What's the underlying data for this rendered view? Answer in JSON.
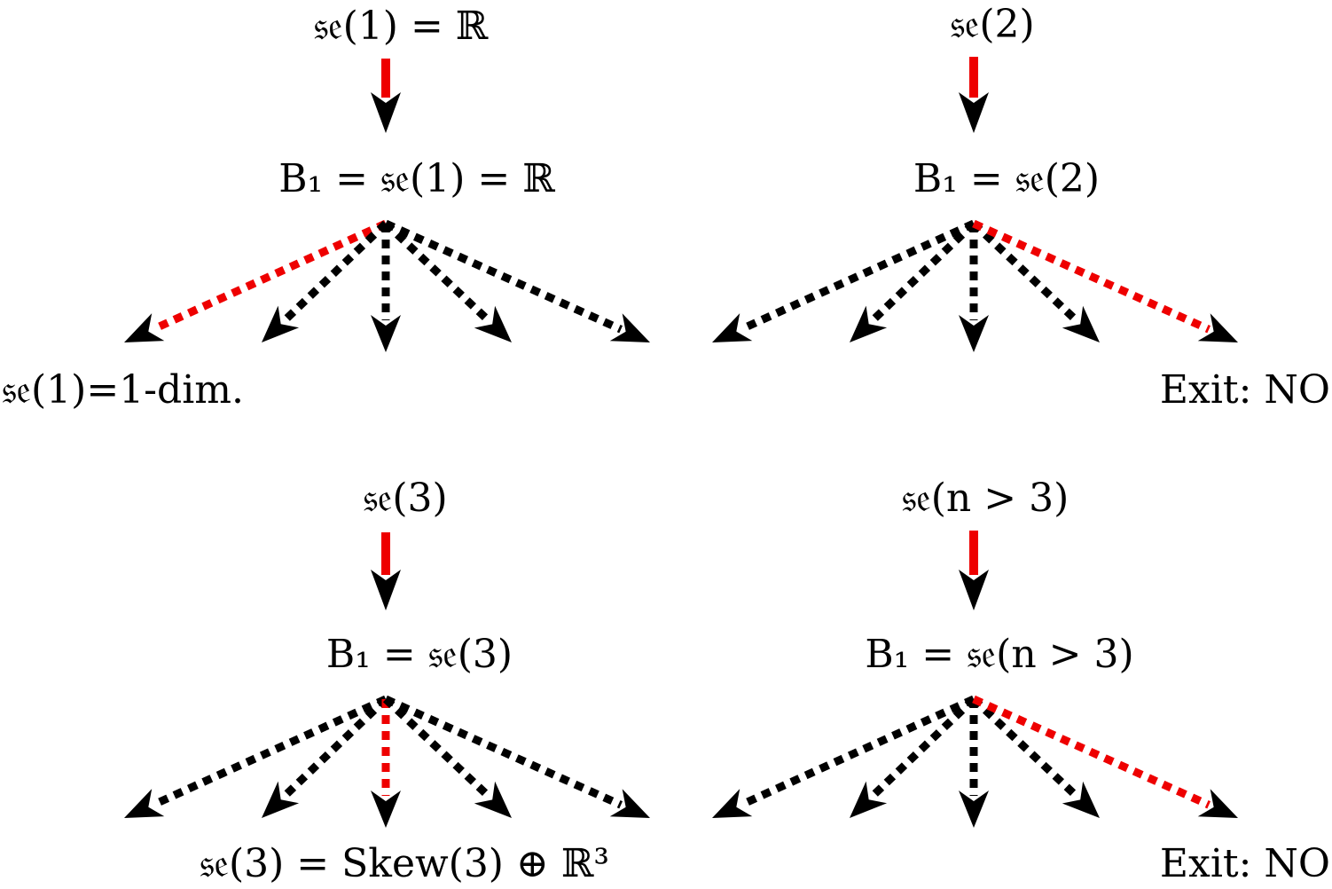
{
  "colors": {
    "highlight": "#ee0000",
    "default": "#000000"
  },
  "panels": [
    {
      "top_label": "𝔰𝔢(1) = ℝ",
      "b1_label": "B₁ = 𝔰𝔢(1) = ℝ",
      "highlight_branch": 0,
      "result_label": "𝔰𝔢(1)=1-dim.",
      "result_branch": "left"
    },
    {
      "top_label": "𝔰𝔢(2)",
      "b1_label": "B₁ = 𝔰𝔢(2)",
      "highlight_branch": 4,
      "result_label": "Exit: NO",
      "result_branch": "right"
    },
    {
      "top_label": "𝔰𝔢(3)",
      "b1_label": "B₁ = 𝔰𝔢(3)",
      "highlight_branch": 2,
      "result_label": "𝔰𝔢(3) = Skew(3) ⊕ ℝ³",
      "result_branch": "center"
    },
    {
      "top_label": "𝔰𝔢(n > 3)",
      "b1_label": "B₁ = 𝔰𝔢(n > 3)",
      "highlight_branch": 4,
      "result_label": "Exit: NO",
      "result_branch": "right"
    }
  ]
}
